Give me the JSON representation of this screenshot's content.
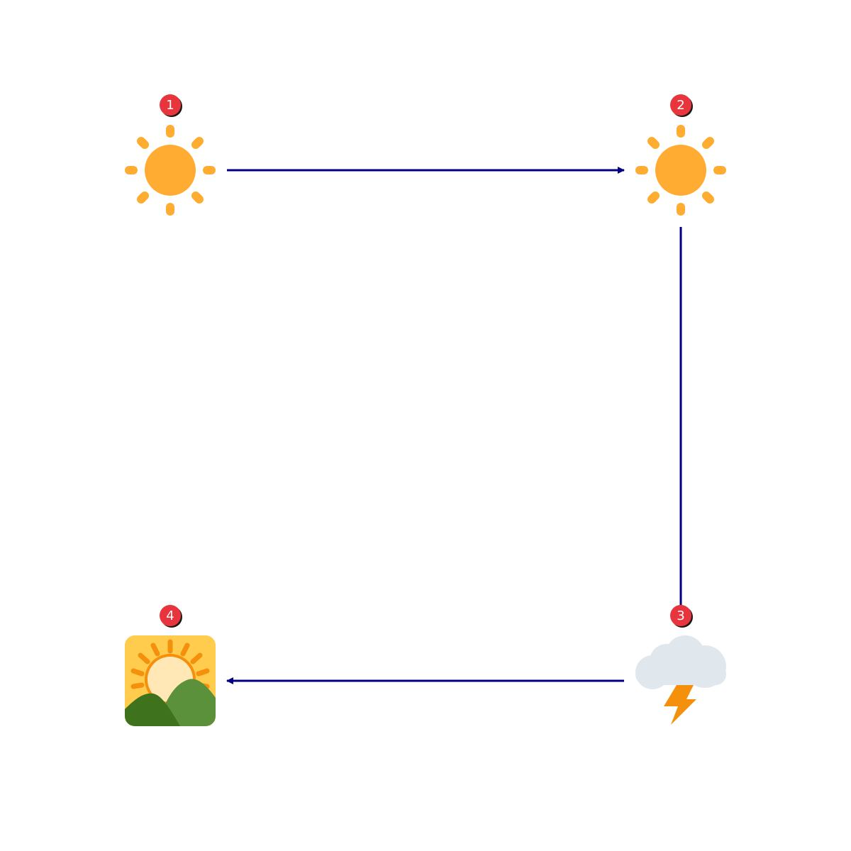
{
  "diagram": {
    "type": "weather-sequence",
    "edge_color": "#000080",
    "badge_color": "#e8363d",
    "nodes": [
      {
        "number": "1",
        "icon": "sun-icon"
      },
      {
        "number": "2",
        "icon": "sun-icon"
      },
      {
        "number": "3",
        "icon": "cloud-with-lightning-icon"
      },
      {
        "number": "4",
        "icon": "sunrise-over-mountains-icon"
      }
    ],
    "edges": [
      {
        "from": "1",
        "to": "2"
      },
      {
        "from": "2",
        "to": "3"
      },
      {
        "from": "3",
        "to": "4"
      }
    ]
  }
}
